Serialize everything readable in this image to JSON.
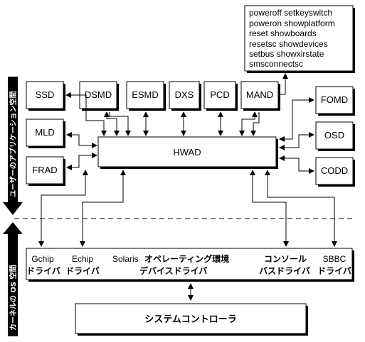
{
  "modules": {
    "ssd": "SSD",
    "dsmd": "DSMD",
    "esmd": "ESMD",
    "dxs": "DXS",
    "pcd": "PCD",
    "mand": "MAND",
    "mld": "MLD",
    "frad": "FRAD",
    "fomd": "FOMD",
    "osd": "OSD",
    "codd": "CODD",
    "hwad": "HWAD"
  },
  "commands": [
    "poweroff setkeyswitch",
    "poweron showplatform",
    "reset showboards",
    "resetsc showdevices",
    "setbus showxirstate",
    "smsconnectsc"
  ],
  "drivers": {
    "gchip_name": "Gchip",
    "gchip_label": "ドライバ",
    "echip_name": "Echip",
    "echip_label": "ドライバ",
    "solaris_name": "Solaris",
    "solaris_label1": "オペレーティング環境",
    "solaris_label2": "デバイスドライバ",
    "console_label1": "コンソール",
    "console_label2": "バスドライバ",
    "sbbc_name": "SBBC",
    "sbbc_label": "ドライバ"
  },
  "system_controller": "システムコントローラ",
  "sidebar": {
    "user_space": "ユーザーのアプリケーション空間",
    "kernel_space": "カーネルの OS 空間"
  }
}
